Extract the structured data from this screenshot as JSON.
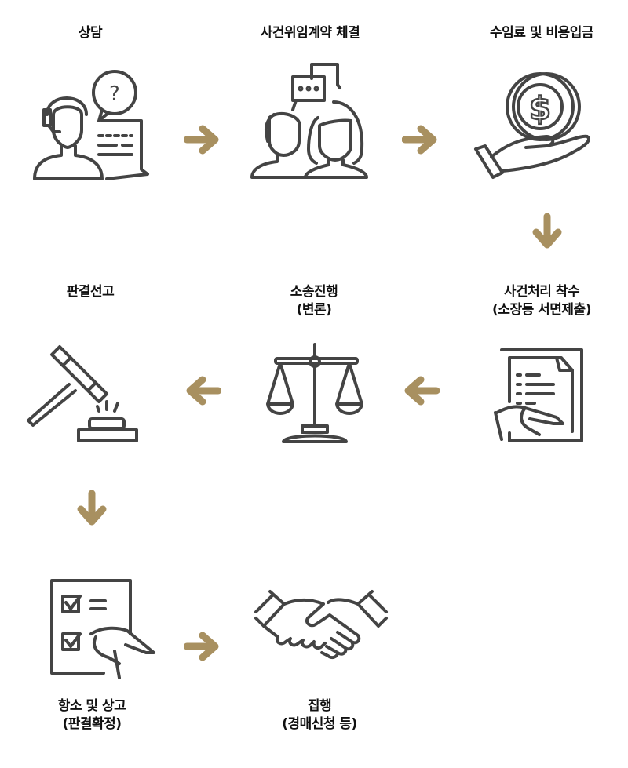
{
  "colors": {
    "icon": "#444444",
    "arrow": "#a89060"
  },
  "steps": [
    {
      "title": "상담",
      "subtitle": "",
      "icon": "consultant-headset-icon"
    },
    {
      "title": "사건위임계약 체결",
      "subtitle": "",
      "icon": "two-people-chat-icon"
    },
    {
      "title": "수임료 및 비용입금",
      "subtitle": "",
      "icon": "hand-coin-icon"
    },
    {
      "title": "사건처리 착수",
      "subtitle": "(소장등 서면제출)",
      "icon": "document-signing-icon"
    },
    {
      "title": "소송진행",
      "subtitle": "(변론)",
      "icon": "scales-icon"
    },
    {
      "title": "판결선고",
      "subtitle": "",
      "icon": "gavel-icon"
    },
    {
      "title": "항소 및 상고",
      "subtitle": "(판결확정)",
      "icon": "checklist-signing-icon"
    },
    {
      "title": "집행",
      "subtitle": "(경매신청 등)",
      "icon": "handshake-icon"
    }
  ]
}
